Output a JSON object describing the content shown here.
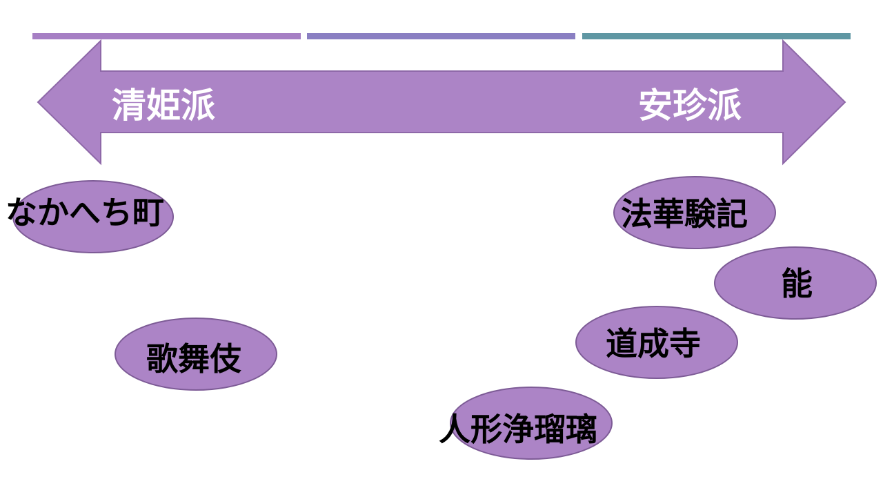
{
  "colors": {
    "bar_1": "#a67fc4",
    "bar_2": "#8a7fc2",
    "bar_3": "#5f97a3",
    "arrow_fill": "#ac84c6",
    "arrow_stroke": "#8e68a8",
    "ellipse_fill": "#ac84c6",
    "ellipse_stroke": "#7d5b96",
    "axis_text": "#ffffff",
    "item_text": "#000000"
  },
  "spectrum": {
    "left_label": "清姫派",
    "right_label": "安珍派"
  },
  "works": [
    {
      "label": "なかへち町"
    },
    {
      "label": "歌舞伎"
    },
    {
      "label": "人形浄瑠璃"
    },
    {
      "label": "道成寺"
    },
    {
      "label": "能"
    },
    {
      "label": "法華験記"
    }
  ]
}
